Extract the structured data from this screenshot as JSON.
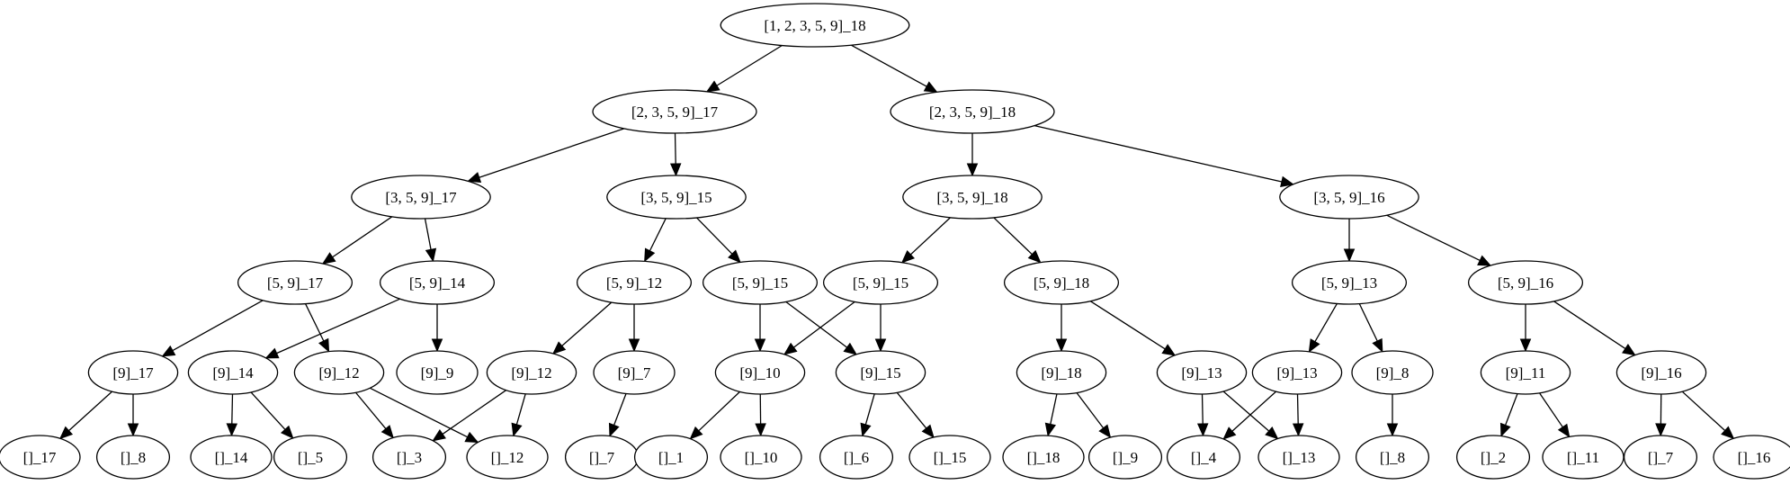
{
  "nodes": [
    {
      "id": "n1",
      "label": "[1, 2, 3, 5, 9]_18"
    },
    {
      "id": "n2",
      "label": "[2, 3, 5, 9]_17"
    },
    {
      "id": "n3",
      "label": "[2, 3, 5, 9]_18"
    },
    {
      "id": "n4",
      "label": "[3, 5, 9]_17"
    },
    {
      "id": "n5",
      "label": "[3, 5, 9]_15"
    },
    {
      "id": "n6",
      "label": "[3, 5, 9]_18"
    },
    {
      "id": "n7",
      "label": "[3, 5, 9]_16"
    },
    {
      "id": "n8",
      "label": "[5, 9]_17"
    },
    {
      "id": "n9",
      "label": "[5, 9]_14"
    },
    {
      "id": "n10",
      "label": "[5, 9]_12"
    },
    {
      "id": "n11",
      "label": "[5, 9]_15"
    },
    {
      "id": "n12",
      "label": "[5, 9]_15"
    },
    {
      "id": "n13",
      "label": "[5, 9]_18"
    },
    {
      "id": "n14",
      "label": "[5, 9]_13"
    },
    {
      "id": "n15",
      "label": "[5, 9]_16"
    },
    {
      "id": "n16",
      "label": "[9]_17"
    },
    {
      "id": "n17",
      "label": "[9]_14"
    },
    {
      "id": "n18",
      "label": "[9]_12"
    },
    {
      "id": "n19",
      "label": "[9]_9"
    },
    {
      "id": "n20",
      "label": "[9]_12"
    },
    {
      "id": "n21",
      "label": "[9]_7"
    },
    {
      "id": "n22",
      "label": "[9]_10"
    },
    {
      "id": "n23",
      "label": "[9]_15"
    },
    {
      "id": "n24",
      "label": "[9]_18"
    },
    {
      "id": "n25",
      "label": "[9]_13"
    },
    {
      "id": "n26",
      "label": "[9]_13"
    },
    {
      "id": "n27",
      "label": "[9]_8"
    },
    {
      "id": "n28",
      "label": "[9]_11"
    },
    {
      "id": "n29",
      "label": "[9]_16"
    },
    {
      "id": "n30",
      "label": "[]_17"
    },
    {
      "id": "n31",
      "label": "[]_8"
    },
    {
      "id": "n32",
      "label": "[]_14"
    },
    {
      "id": "n33",
      "label": "[]_5"
    },
    {
      "id": "n34",
      "label": "[]_3"
    },
    {
      "id": "n35",
      "label": "[]_12"
    },
    {
      "id": "n36",
      "label": "[]_7"
    },
    {
      "id": "n37",
      "label": "[]_1"
    },
    {
      "id": "n38",
      "label": "[]_10"
    },
    {
      "id": "n39",
      "label": "[]_6"
    },
    {
      "id": "n40",
      "label": "[]_15"
    },
    {
      "id": "n41",
      "label": "[]_18"
    },
    {
      "id": "n42",
      "label": "[]_9"
    },
    {
      "id": "n43",
      "label": "[]_4"
    },
    {
      "id": "n44",
      "label": "[]_13"
    },
    {
      "id": "n45",
      "label": "[]_8"
    },
    {
      "id": "n46",
      "label": "[]_2"
    },
    {
      "id": "n47",
      "label": "[]_11"
    },
    {
      "id": "n48",
      "label": "[]_7"
    },
    {
      "id": "n49",
      "label": "[]_16"
    }
  ],
  "edges": [
    [
      "n1",
      "n2"
    ],
    [
      "n1",
      "n3"
    ],
    [
      "n2",
      "n4"
    ],
    [
      "n2",
      "n5"
    ],
    [
      "n3",
      "n6"
    ],
    [
      "n3",
      "n7"
    ],
    [
      "n4",
      "n8"
    ],
    [
      "n4",
      "n9"
    ],
    [
      "n5",
      "n10"
    ],
    [
      "n5",
      "n11"
    ],
    [
      "n6",
      "n12"
    ],
    [
      "n6",
      "n13"
    ],
    [
      "n7",
      "n14"
    ],
    [
      "n7",
      "n15"
    ],
    [
      "n8",
      "n16"
    ],
    [
      "n8",
      "n18"
    ],
    [
      "n9",
      "n17"
    ],
    [
      "n9",
      "n19"
    ],
    [
      "n10",
      "n20"
    ],
    [
      "n10",
      "n21"
    ],
    [
      "n11",
      "n22"
    ],
    [
      "n11",
      "n23"
    ],
    [
      "n12",
      "n22"
    ],
    [
      "n12",
      "n23"
    ],
    [
      "n13",
      "n24"
    ],
    [
      "n13",
      "n25"
    ],
    [
      "n14",
      "n26"
    ],
    [
      "n14",
      "n27"
    ],
    [
      "n15",
      "n28"
    ],
    [
      "n15",
      "n29"
    ],
    [
      "n16",
      "n30"
    ],
    [
      "n16",
      "n31"
    ],
    [
      "n17",
      "n32"
    ],
    [
      "n17",
      "n33"
    ],
    [
      "n18",
      "n34"
    ],
    [
      "n18",
      "n35"
    ],
    [
      "n20",
      "n34"
    ],
    [
      "n20",
      "n35"
    ],
    [
      "n21",
      "n36"
    ],
    [
      "n22",
      "n37"
    ],
    [
      "n22",
      "n38"
    ],
    [
      "n23",
      "n39"
    ],
    [
      "n23",
      "n40"
    ],
    [
      "n24",
      "n41"
    ],
    [
      "n24",
      "n42"
    ],
    [
      "n25",
      "n43"
    ],
    [
      "n25",
      "n44"
    ],
    [
      "n26",
      "n43"
    ],
    [
      "n26",
      "n44"
    ],
    [
      "n27",
      "n45"
    ],
    [
      "n28",
      "n46"
    ],
    [
      "n28",
      "n47"
    ],
    [
      "n29",
      "n48"
    ],
    [
      "n29",
      "n49"
    ]
  ]
}
